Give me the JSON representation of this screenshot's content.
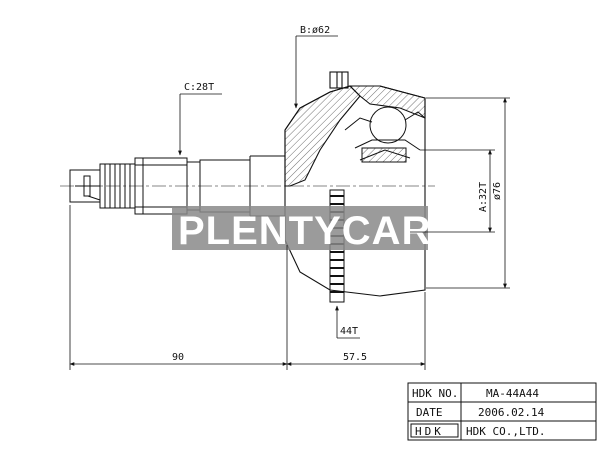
{
  "labels": {
    "b_callout": "B:ø62",
    "c_callout": "C:28T",
    "a_callout": "A:32T",
    "dia_callout": "ø76",
    "abs_callout": "44T",
    "dim_left": "90",
    "dim_right": "57.5"
  },
  "watermark": "PLENTYCAR",
  "title_block": {
    "row1_key": "HDK NO.",
    "row1_value": "MA-44A44",
    "row2_key": "DATE",
    "row2_value": "2006.02.14",
    "row3_key": "HDK",
    "row3_value": "HDK CO.,LTD."
  },
  "colors": {
    "line": "#111111",
    "watermark_bg": "#8a8a8a"
  }
}
